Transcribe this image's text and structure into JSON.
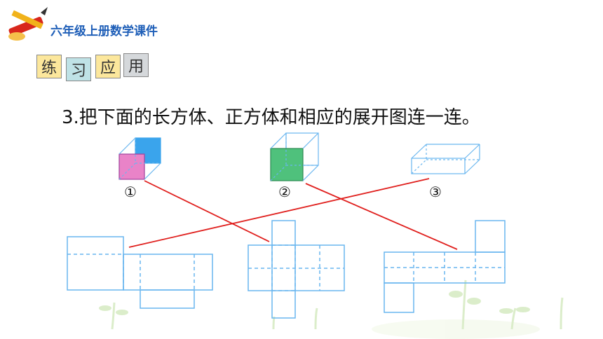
{
  "header": {
    "title": "六年级上册数学课件",
    "logo_icon": "pencil-ruler-icon"
  },
  "section_tags": [
    "练",
    "习",
    "应",
    "用"
  ],
  "question": {
    "text": "3.把下面的长方体、正方体和相应的展开图连一连。"
  },
  "solids": [
    {
      "label": "①"
    },
    {
      "label": "②"
    },
    {
      "label": "③"
    }
  ],
  "colors": {
    "title": "#1f5fb8",
    "net_lines": "#69b6ef",
    "connector": "#e0201e",
    "cube1_front": "#e983c8",
    "cube1_top": "#3aa4ec",
    "cube2_front": "#4fc17c",
    "tag_bg": [
      "#fce79c",
      "#bfe2e6",
      "#fce79c",
      "#d5d8db"
    ]
  }
}
